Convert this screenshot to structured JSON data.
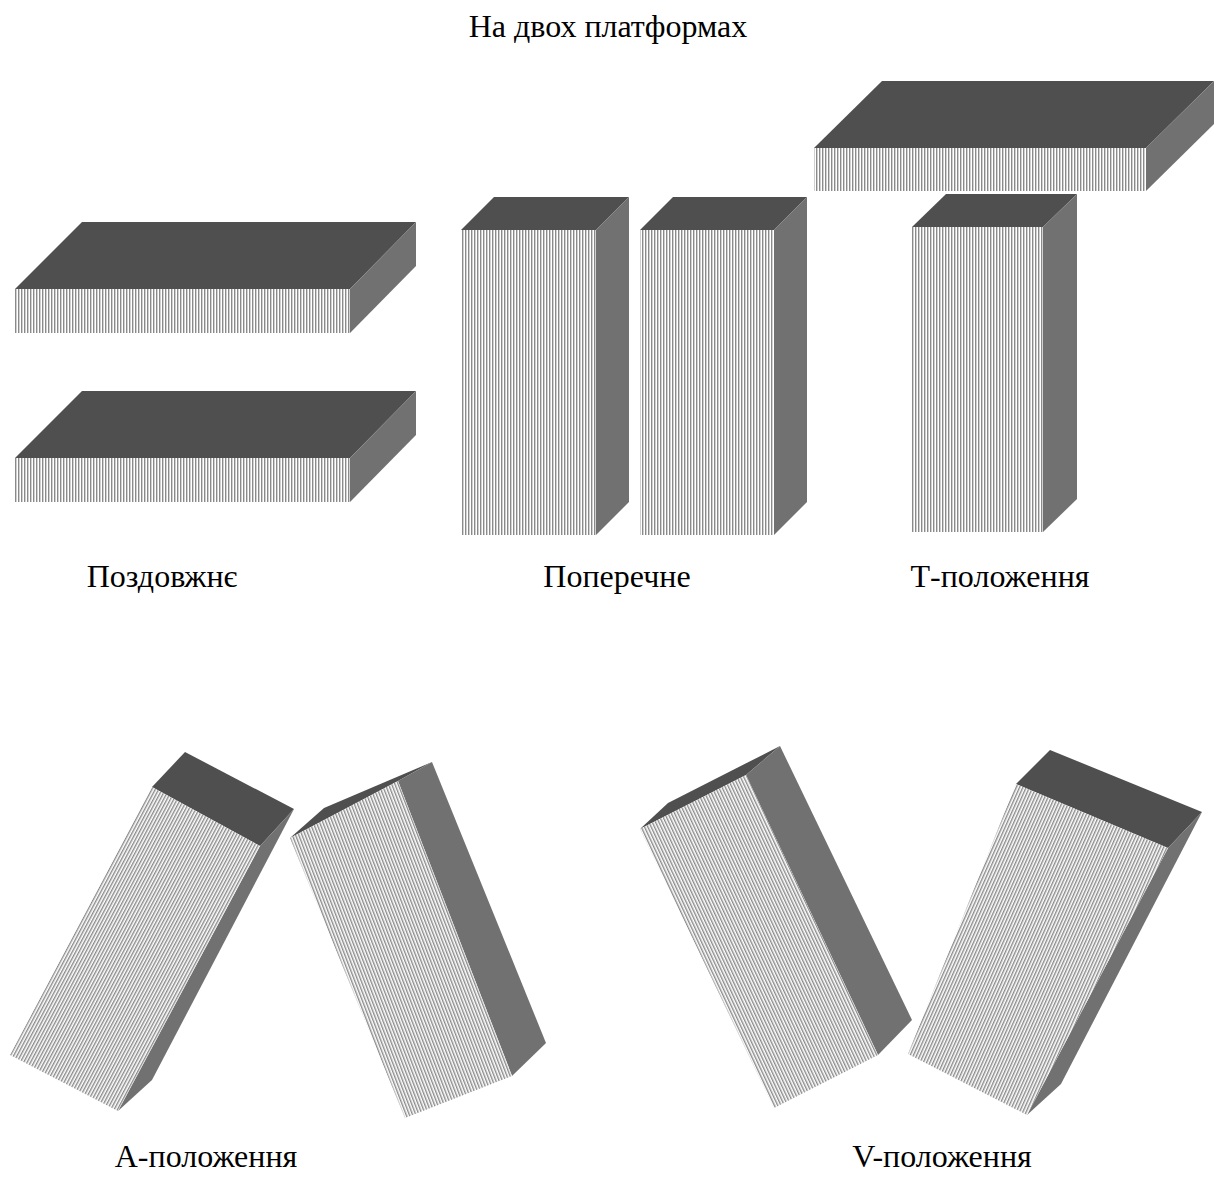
{
  "diagram": {
    "title": "На двох платформах",
    "labels": [
      "Поздовжнє",
      "Поперечне",
      "Т-положення",
      "А-положення",
      "V-положення"
    ]
  }
}
